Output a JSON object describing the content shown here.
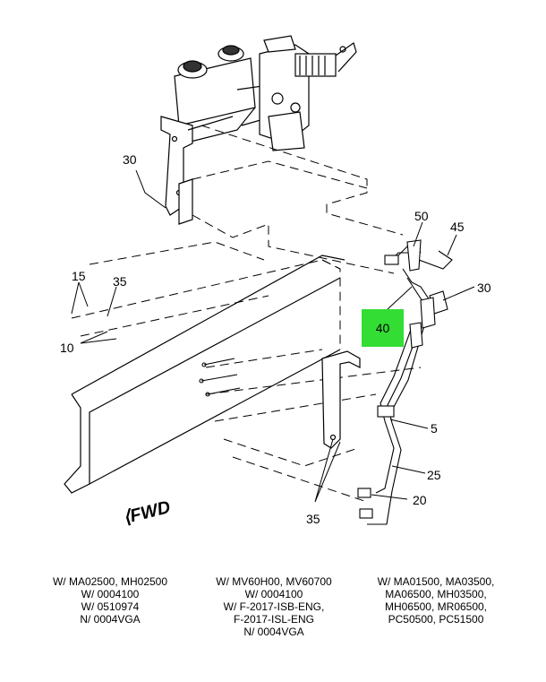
{
  "colors": {
    "highlight": "#33dd33",
    "line": "#000000"
  },
  "callouts": {
    "c30_top": "30",
    "c50": "50",
    "c45": "45",
    "c30_right": "30",
    "c15": "15",
    "c35_left": "35",
    "c10": "10",
    "c40": "40",
    "c5": "5",
    "c25": "25",
    "c20": "20",
    "c35_bottom": "35"
  },
  "fwd_label": "FWD",
  "notes": [
    {
      "lines": [
        "W/ MA02500, MH02500",
        "W/ 0004100",
        "W/ 0510974",
        "N/ 0004VGA"
      ]
    },
    {
      "lines": [
        "W/ MV60H00, MV60700",
        "W/ 0004100",
        "W/ F-2017-ISB-ENG,",
        "F-2017-ISL-ENG",
        "N/ 0004VGA"
      ]
    },
    {
      "lines": [
        "W/ MA01500, MA03500,",
        "MA06500, MH03500,",
        "MH06500, MR06500,",
        "PC50500, PC51500"
      ]
    }
  ]
}
